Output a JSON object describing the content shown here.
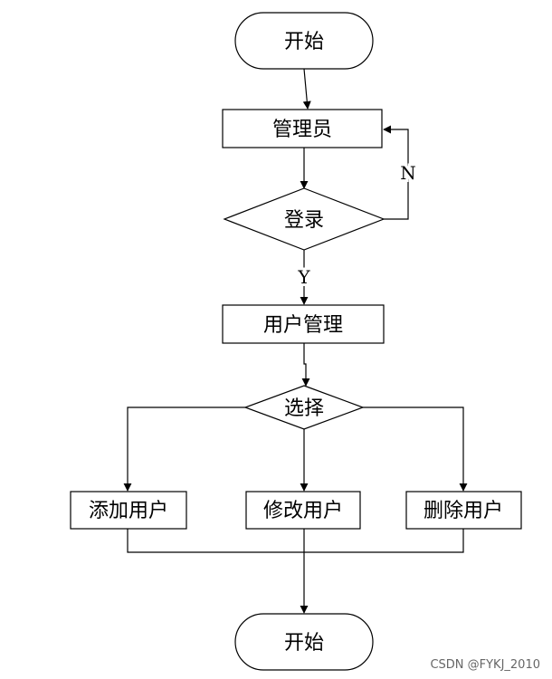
{
  "nodes": {
    "start": "开始",
    "admin": "管理员",
    "login": "登录",
    "user_mgmt": "用户管理",
    "select": "选择",
    "add_user": "添加用户",
    "edit_user": "修改用户",
    "delete_user": "删除用户",
    "end": "开始"
  },
  "edges": {
    "login_no": "N",
    "login_yes": "Y"
  },
  "watermark": "CSDN @FYKJ_2010"
}
